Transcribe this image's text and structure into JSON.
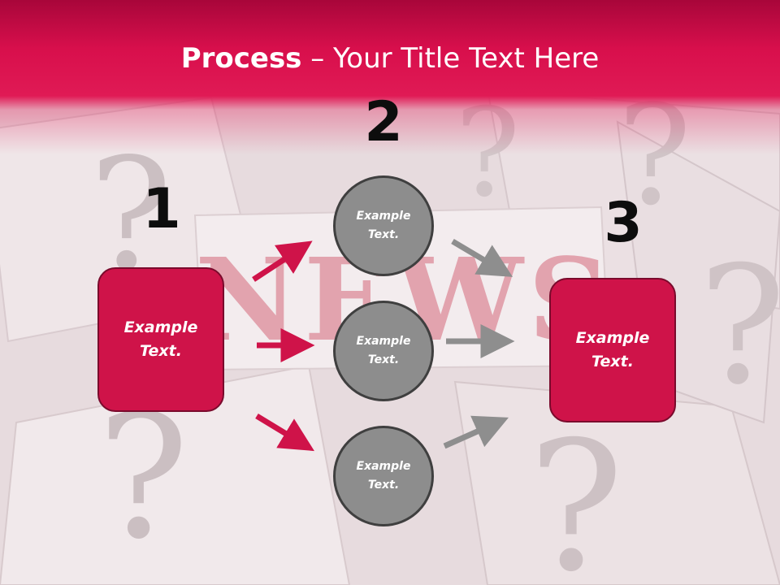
{
  "title": {
    "bold": "Process",
    "rest": " – Your Title Text Here"
  },
  "numbers": [
    "1",
    "2",
    "3"
  ],
  "left_box": {
    "text": "Example Text."
  },
  "right_box": {
    "text": "Example Text."
  },
  "circles": [
    {
      "text": "Example Text."
    },
    {
      "text": "Example Text."
    },
    {
      "text": "Example Text."
    }
  ],
  "background_word": "NEWS",
  "colors": {
    "accent": "#cf1349",
    "circle": "#8d8d8d",
    "arrow_red": "#cf1349",
    "arrow_gray": "#8e8e8e"
  }
}
